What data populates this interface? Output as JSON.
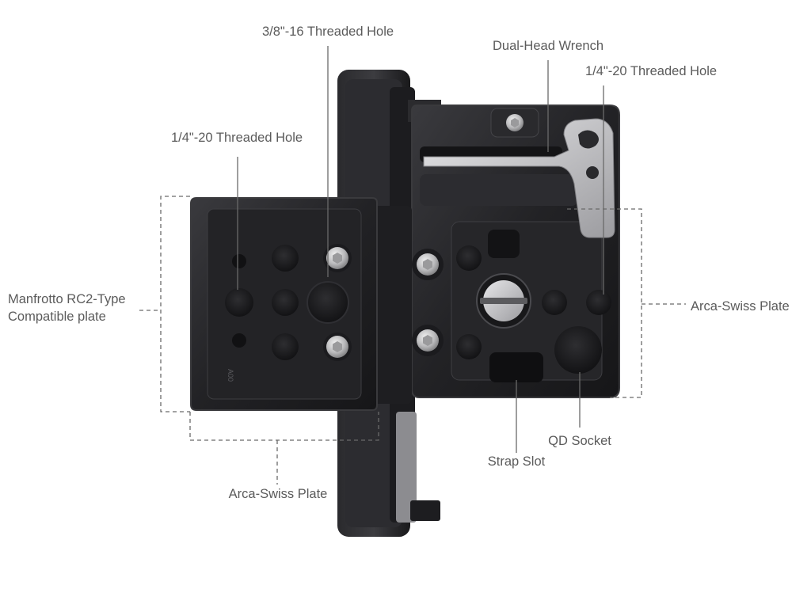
{
  "labels": {
    "threaded_38": "3/8\"-16 Threaded Hole",
    "wrench": "Dual-Head Wrench",
    "threaded_14_right": "1/4\"-20 Threaded Hole",
    "threaded_14_left": "1/4\"-20 Threaded Hole",
    "manfrotto_line1": "Manfrotto RC2-Type",
    "manfrotto_line2": "Compatible plate",
    "arca_right": "Arca-Swiss Plate",
    "arca_bottom": "Arca-Swiss Plate",
    "qd_socket": "QD Socket",
    "strap_slot": "Strap Slot"
  },
  "plate_engraving": "A00",
  "colors": {
    "label_text": "#5b5b5b",
    "leader_line": "#6a6a6a",
    "metal_dark": "#1f1f21",
    "metal_edge": "#3a3a3d",
    "steel": "#c9c9cb"
  }
}
